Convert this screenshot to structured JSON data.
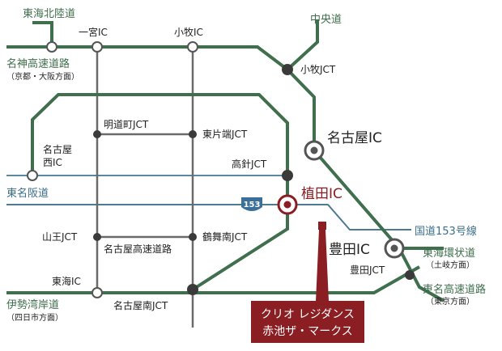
{
  "colors": {
    "expressway": "#3f6f4c",
    "expressway_grey": "#666666",
    "route153": "#4d7a92",
    "highlight": "#8b1e22",
    "jct_fill": "#3a3a3a",
    "text_green": "#3f6f4c",
    "text_blue": "#3a6f8a"
  },
  "routes": {
    "tokai_hokuriku": "東海北陸道",
    "meishin_name": "名神高速道路",
    "meishin_dir": "（京都・大阪方面）",
    "chuo": "中央道",
    "tomei_hanshin": "東名阪道",
    "route153": "国道153号線",
    "ise_wangan_name": "伊勢湾岸道",
    "ise_wangan_dir": "（四日市方面）",
    "tokai_kanjo_name": "東海環状道",
    "tokai_kanjo_dir": "（土岐方面）",
    "tomei_name": "東名高速道路",
    "tomei_dir": "（東京方面）",
    "nagoya_expressway": "名古屋高速道路",
    "shield_number": "153"
  },
  "interchanges": {
    "ichinomiya_ic": "一宮IC",
    "komaki_ic": "小牧IC",
    "komaki_jct": "小牧JCT",
    "nagoya_ic": "名古屋IC",
    "meidocho_jct": "明道町JCT",
    "higashikataha_jct": "東片端JCT",
    "nagoya_nishi_1": "名古屋",
    "nagoya_nishi_2": "西IC",
    "takabari_jct": "高針JCT",
    "ueda_ic": "植田IC",
    "sanno_jct": "山王JCT",
    "tsurumaiminami_jct": "鶴舞南JCT",
    "toyota_ic": "豊田IC",
    "toyota_jct": "豊田JCT",
    "tokai_ic": "東海IC",
    "nagoya_minami_jct": "名古屋南JCT"
  },
  "property": {
    "name_line1": "クリオ レジダンス",
    "name_line2": "赤池ザ・マークス"
  }
}
